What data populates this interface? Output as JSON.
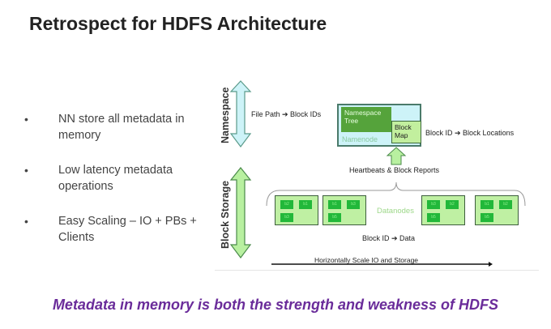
{
  "title": "Retrospect for HDFS Architecture",
  "bullets": [
    "NN store all metadata in memory",
    "Low latency metadata operations",
    "Easy Scaling – IO + PBs + Clients"
  ],
  "diagram": {
    "namespace_label": "Namespace",
    "block_storage_label": "Block Storage",
    "file_path": "File Path ➔ Block IDs",
    "namespace_tree": "Namespace Tree",
    "block_map": "Block Map",
    "namenode": "Namenode",
    "block_locations": "Block ID ➔ Block Locations",
    "heartbeats": "Heartbeats & Block Reports",
    "datanodes_label": "Datanodes",
    "block_data": "Block ID ➔ Data",
    "scale": "Horizontally Scale IO and Storage",
    "datanodes": [
      [
        "b2",
        "b1",
        "b3"
      ],
      [
        "b1",
        "b3",
        "b5"
      ],
      [
        "b3",
        "b2",
        "b5"
      ],
      [
        "b1",
        "b2",
        "b5"
      ]
    ]
  },
  "conclusion": "Metadata in memory is both the strength and weakness of HDFS",
  "colors": {
    "conclusion": "#6a2c9a",
    "arrow_green": "#b8f0a0",
    "arrow_cyan": "#cdf3f8"
  }
}
